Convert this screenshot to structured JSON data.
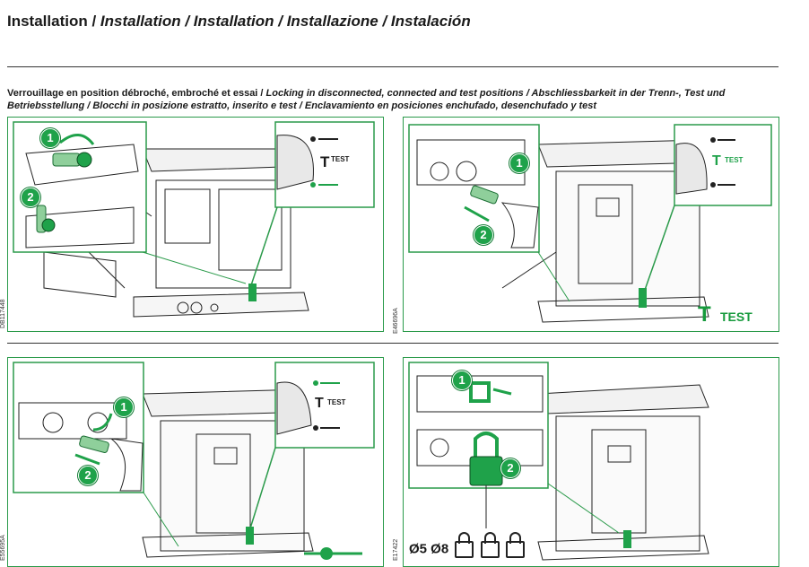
{
  "header": {
    "title_regular": "Installation / ",
    "title_italic": "Installation / Installation / Installazione / Instalación"
  },
  "caption": {
    "regular": "Verrouillage en position débroché, embroché et essai / ",
    "italic": "Locking in disconnected, connected and test positions /  Abschliessbarkeit in der Trenn-, Test und Betriebsstellung / Blocchi in posizione estratto, inserito e test / Enclavamiento en posiciones enchufado, desenchufado y test"
  },
  "figures": {
    "top_left": {
      "code": "DB117448",
      "test_label": "TEST",
      "t_letter": "T",
      "steps": [
        "1",
        "2"
      ]
    },
    "top_right": {
      "code": "E46696A",
      "test_label": "TEST",
      "t_letter": "T",
      "big_t": "T",
      "big_test": "TEST",
      "steps": [
        "1",
        "2"
      ]
    },
    "bottom_left": {
      "code": "E55695A",
      "test_label": "TEST",
      "t_letter": "T",
      "steps": [
        "1",
        "2"
      ]
    },
    "bottom_right": {
      "code": "E17422",
      "steps": [
        "1",
        "2"
      ],
      "shackle_text": "Ø5 Ø8"
    }
  },
  "colors": {
    "accent_green": "#1fa24a",
    "frame_green": "#2a9a4a",
    "line_dark": "#222222"
  }
}
